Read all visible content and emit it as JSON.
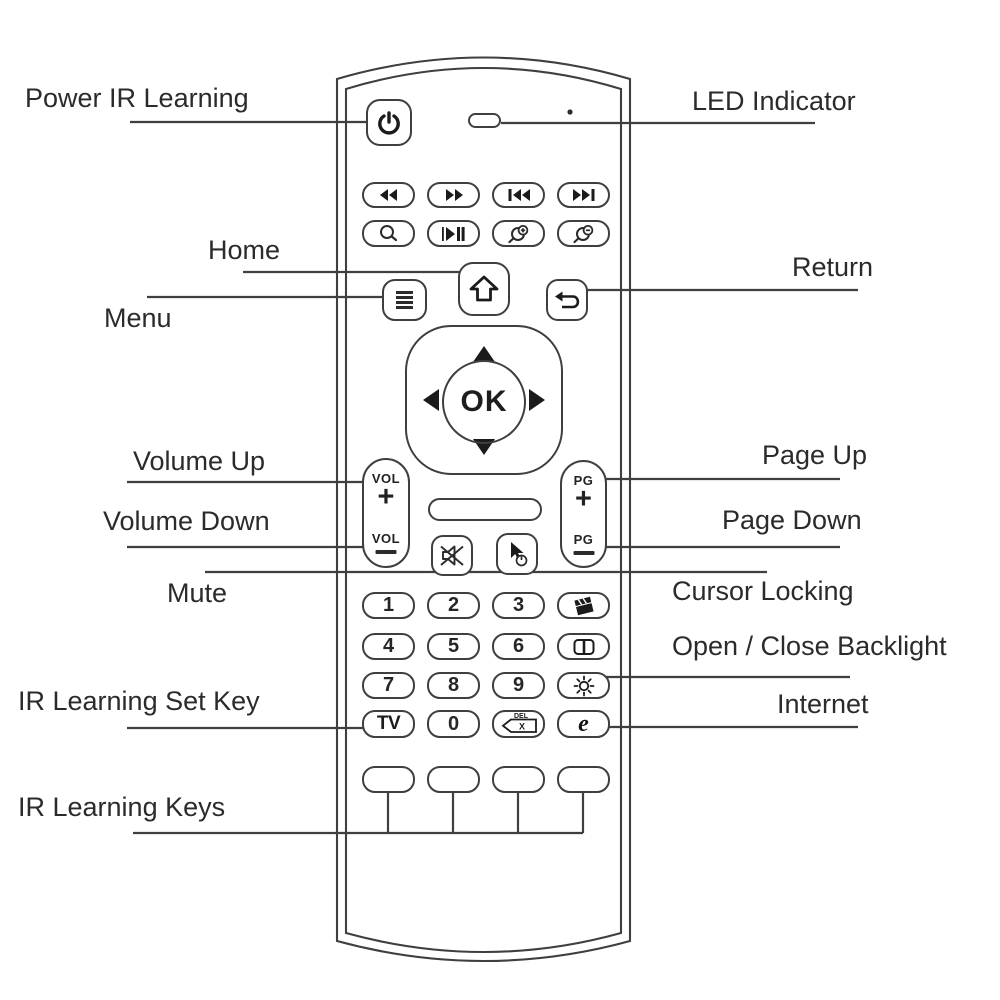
{
  "colors": {
    "ink": "#3f3f3f",
    "text": "#2b2b2b",
    "background": "#ffffff"
  },
  "labels": {
    "left": [
      {
        "id": "power-ir-learning",
        "text": "Power IR Learning"
      },
      {
        "id": "home",
        "text": "Home"
      },
      {
        "id": "menu",
        "text": "Menu"
      },
      {
        "id": "volume-up",
        "text": "Volume Up"
      },
      {
        "id": "volume-down",
        "text": "Volume Down"
      },
      {
        "id": "mute",
        "text": "Mute"
      },
      {
        "id": "ir-learning-set-key",
        "text": "IR Learning Set Key"
      },
      {
        "id": "ir-learning-keys",
        "text": "IR Learning Keys"
      }
    ],
    "right": [
      {
        "id": "led-indicator",
        "text": "LED Indicator"
      },
      {
        "id": "return",
        "text": "Return"
      },
      {
        "id": "page-up",
        "text": "Page Up"
      },
      {
        "id": "page-down",
        "text": "Page Down"
      },
      {
        "id": "cursor-locking",
        "text": "Cursor Locking"
      },
      {
        "id": "open-close-backlight",
        "text": "Open / Close Backlight"
      },
      {
        "id": "internet",
        "text": "Internet"
      }
    ]
  },
  "remote": {
    "ok": "OK",
    "vol": "VOL",
    "pg": "PG",
    "plus": "+",
    "digits": [
      "1",
      "2",
      "3",
      "4",
      "5",
      "6",
      "7",
      "8",
      "9"
    ],
    "tv": "TV",
    "zero": "0",
    "del": "DEL",
    "del_x": "X",
    "internet_key": "e"
  }
}
